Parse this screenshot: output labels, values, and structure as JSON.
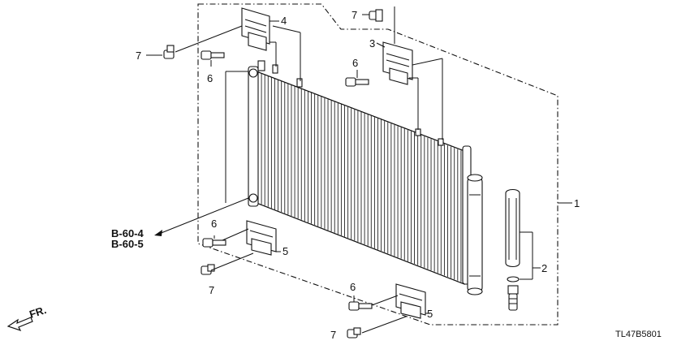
{
  "diagram": {
    "callouts": {
      "part_1": "1",
      "part_2": "2",
      "part_3": "3",
      "part_4": "4",
      "part_5a": "5",
      "part_5b": "5",
      "part_6a": "6",
      "part_6b": "6",
      "part_6c": "6",
      "part_6d": "6",
      "part_7a": "7",
      "part_7b": "7",
      "part_7c": "7",
      "part_7d": "7"
    },
    "references": [
      "B-60-4",
      "B-60-5"
    ],
    "direction_label": "FR.",
    "diagram_code": "TL47B5801"
  }
}
